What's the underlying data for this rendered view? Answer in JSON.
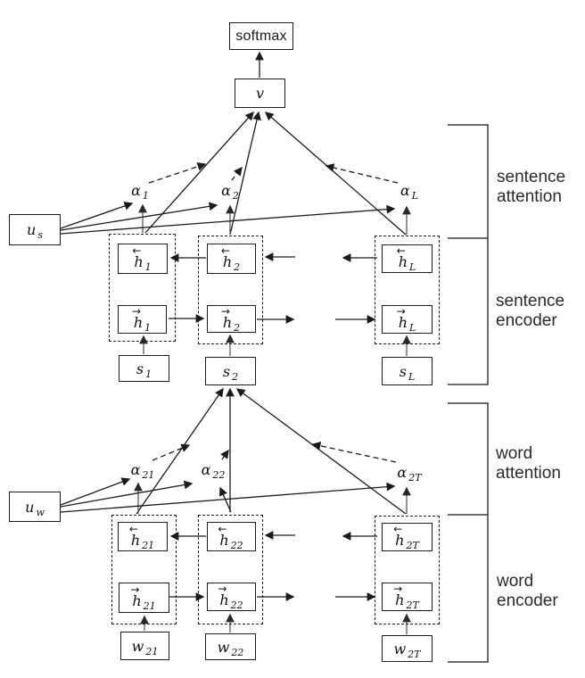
{
  "nodes": {
    "softmax": "softmax",
    "v": "v",
    "us": {
      "base": "u",
      "sub": "s"
    },
    "uw": {
      "base": "u",
      "sub": "w"
    },
    "sent_alpha": [
      {
        "base": "α",
        "sub": "1"
      },
      {
        "base": "α",
        "sub": "2"
      },
      {
        "base": "α",
        "sub": "L"
      }
    ],
    "word_alpha": [
      {
        "base": "α",
        "sub": "21"
      },
      {
        "base": "α",
        "sub": "22"
      },
      {
        "base": "α",
        "sub": "2T"
      }
    ],
    "sent_back": [
      {
        "arrow": "←",
        "base": "h",
        "sub": "1"
      },
      {
        "arrow": "←",
        "base": "h",
        "sub": "2"
      },
      {
        "arrow": "←",
        "base": "h",
        "sub": "L"
      }
    ],
    "sent_fwd": [
      {
        "arrow": "→",
        "base": "h",
        "sub": "1"
      },
      {
        "arrow": "→",
        "base": "h",
        "sub": "2"
      },
      {
        "arrow": "→",
        "base": "h",
        "sub": "L"
      }
    ],
    "sent_in": [
      {
        "base": "s",
        "sub": "1"
      },
      {
        "base": "s",
        "sub": "2"
      },
      {
        "base": "s",
        "sub": "L"
      }
    ],
    "word_back": [
      {
        "arrow": "←",
        "base": "h",
        "sub": "21"
      },
      {
        "arrow": "←",
        "base": "h",
        "sub": "22"
      },
      {
        "arrow": "←",
        "base": "h",
        "sub": "2T"
      }
    ],
    "word_fwd": [
      {
        "arrow": "→",
        "base": "h",
        "sub": "21"
      },
      {
        "arrow": "→",
        "base": "h",
        "sub": "22"
      },
      {
        "arrow": "→",
        "base": "h",
        "sub": "2T"
      }
    ],
    "word_in": [
      {
        "base": "w",
        "sub": "21"
      },
      {
        "base": "w",
        "sub": "22"
      },
      {
        "base": "w",
        "sub": "2T"
      }
    ]
  },
  "brackets": [
    {
      "lines": [
        "sentence",
        "attention"
      ]
    },
    {
      "lines": [
        "sentence",
        "encoder"
      ]
    },
    {
      "lines": [
        "word",
        "attention"
      ]
    },
    {
      "lines": [
        "word",
        "encoder"
      ]
    }
  ],
  "colors": {
    "ink": "#1b1b1b",
    "muted_stroke": "#5a5a5a",
    "bracket": "#3a3a3a"
  }
}
